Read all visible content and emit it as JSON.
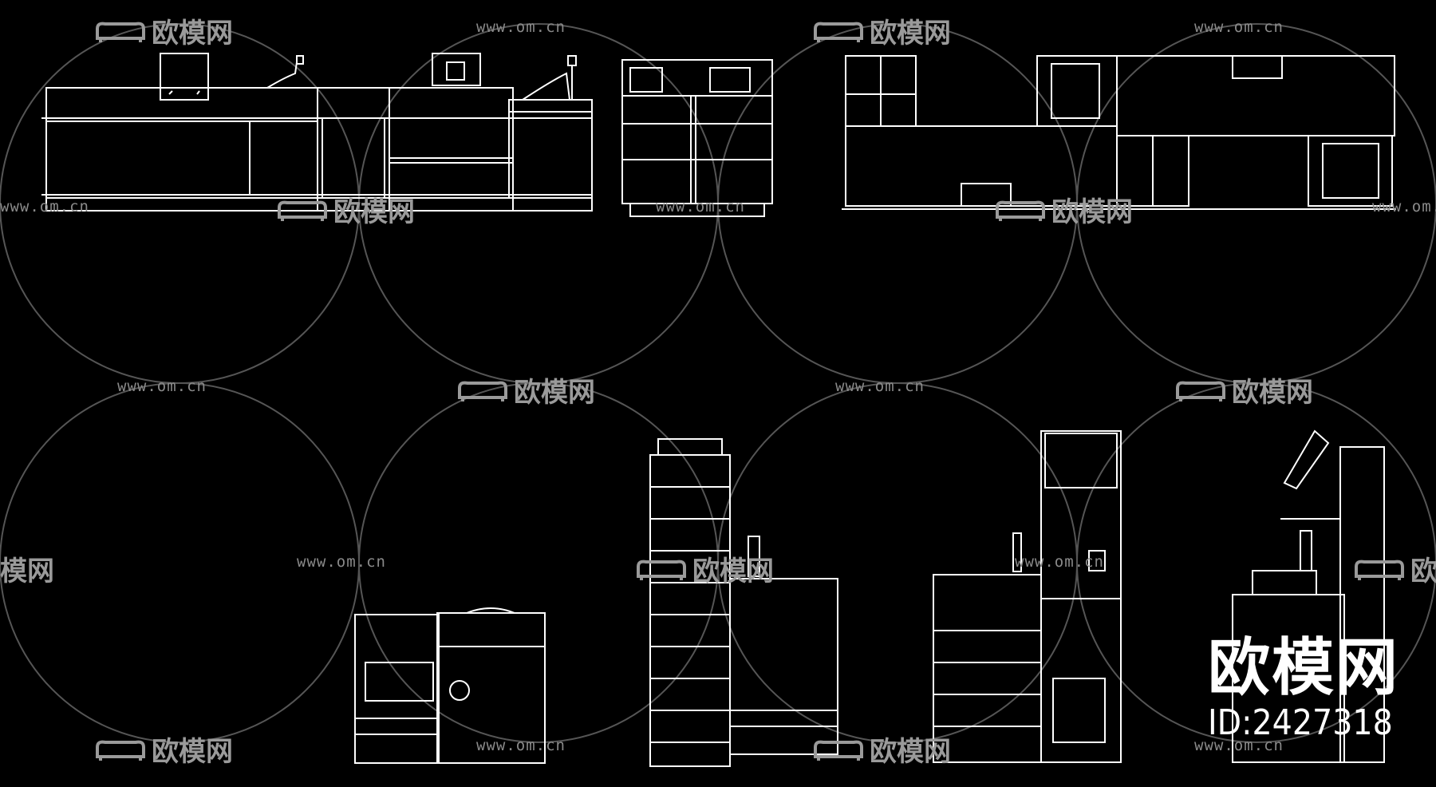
{
  "watermark": {
    "url_text": "www.om.cn",
    "logo_text": "欧模网",
    "logo_icon": "sofa-icon",
    "color": "#8a8a8a"
  },
  "brand": {
    "name": "欧模网",
    "id_label": "ID:2427318"
  },
  "drawing": {
    "line_color": "#ffffff",
    "background": "#000000",
    "views": [
      "front-elevation-long",
      "side-elevation",
      "plan-view",
      "detail-elevation-1",
      "detail-elevation-2",
      "detail-elevation-3",
      "detail-elevation-4"
    ]
  }
}
